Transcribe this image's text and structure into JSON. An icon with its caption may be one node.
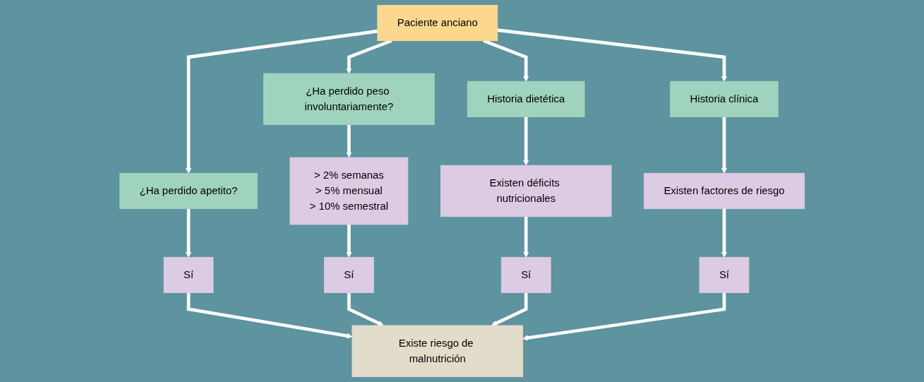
{
  "diagram": {
    "nodes": [
      {
        "text": [
          "Paciente anciano"
        ]
      },
      {
        "text": [
          "¿Ha perdido apetito?"
        ]
      },
      {
        "text": [
          "¿Ha perdido peso involuntariamente?"
        ]
      },
      {
        "text": [
          "Historia dietética"
        ]
      },
      {
        "text": [
          "Historia clínica"
        ]
      },
      {
        "text": [
          "Sí"
        ]
      },
      {
        "text": [
          "> 2% semanas",
          "> 5% mensual",
          "> 10% semestral"
        ]
      },
      {
        "text": [
          "Existen déficits nutricionales"
        ]
      },
      {
        "text": [
          "Existen factores de riesgo"
        ]
      },
      {
        "text": [
          "Sí"
        ]
      },
      {
        "text": [
          "Sí"
        ]
      },
      {
        "text": [
          "Sí"
        ]
      },
      {
        "text": [
          "Existe riesgo de malnutrición"
        ]
      }
    ],
    "edges": [
      {
        "from": 0,
        "to": 1,
        "arrow": "to"
      },
      {
        "from": 0,
        "to": 2,
        "arrow": "to"
      },
      {
        "from": 0,
        "to": 3,
        "arrow": "to"
      },
      {
        "from": 0,
        "to": 4,
        "arrow": "to"
      },
      {
        "from": 1,
        "to": 5,
        "arrow": "to"
      },
      {
        "from": 2,
        "to": 6,
        "arrow": "to"
      },
      {
        "from": 3,
        "to": 7,
        "arrow": "to"
      },
      {
        "from": 4,
        "to": 8,
        "arrow": "to"
      },
      {
        "from": 6,
        "to": 9,
        "arrow": "to"
      },
      {
        "from": 7,
        "to": 10,
        "arrow": "to"
      },
      {
        "from": 8,
        "to": 11,
        "arrow": "to"
      },
      {
        "from": 5,
        "to": 12,
        "arrow": "to"
      },
      {
        "from": 9,
        "to": 12,
        "arrow": "to"
      },
      {
        "from": 10,
        "to": 12,
        "arrow": "to"
      },
      {
        "from": 11,
        "to": 12,
        "arrow": "to"
      }
    ]
  }
}
